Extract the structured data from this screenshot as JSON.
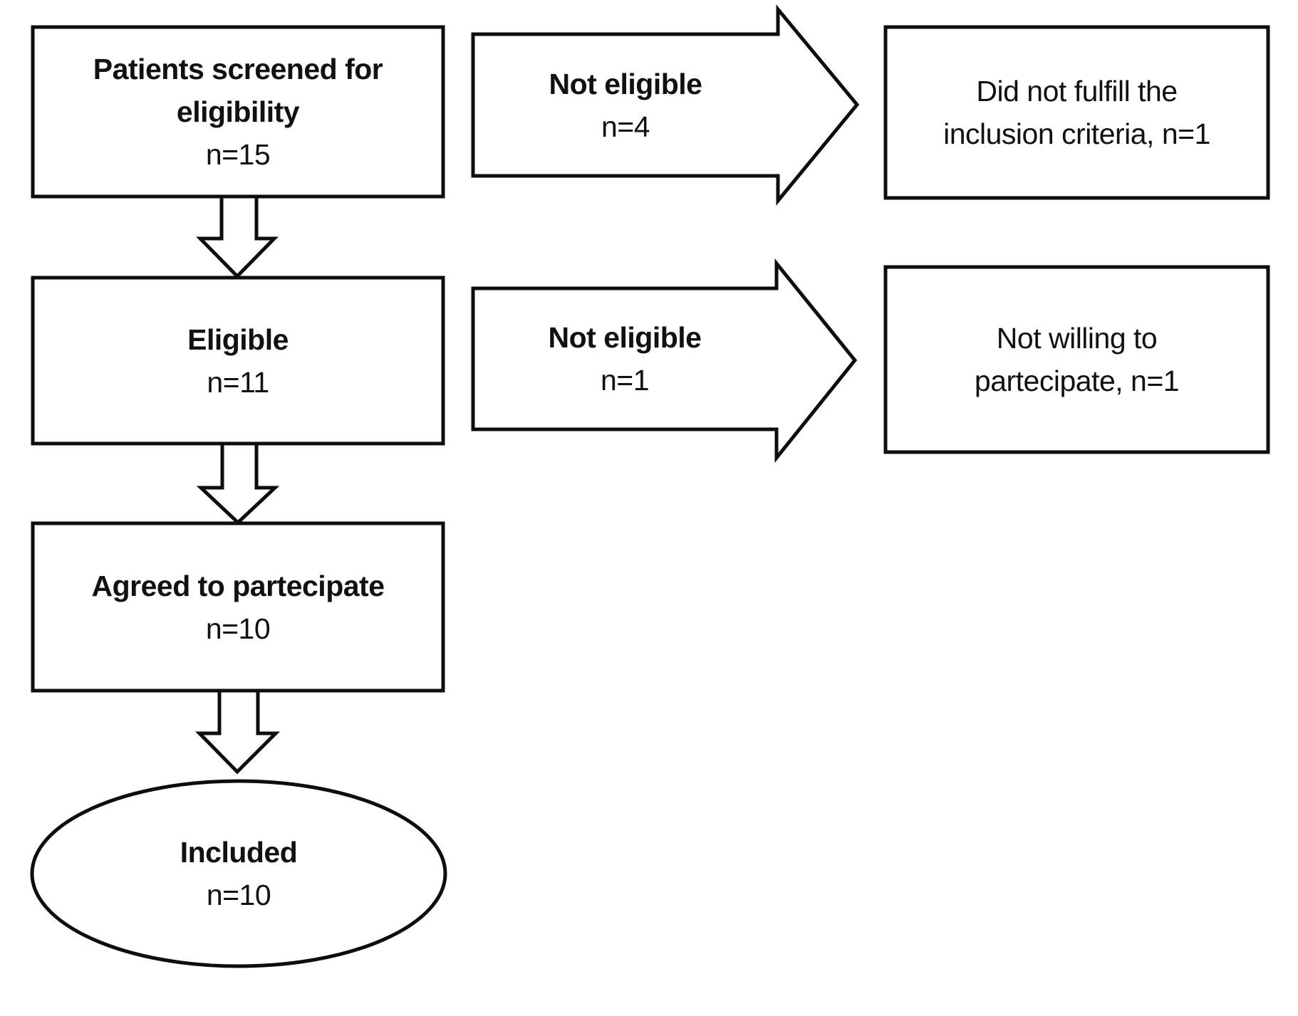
{
  "diagram": {
    "background_color": "#ffffff",
    "stroke_color": "#0d0d0d",
    "text_color": "#111111",
    "nodes": {
      "screened": {
        "shape": "rectangle",
        "title_lines": [
          "Patients screened for",
          "eligibility"
        ],
        "count": "n=15"
      },
      "not_eligible_1": {
        "shape": "block-arrow-right",
        "title_lines": [
          "Not eligible"
        ],
        "count": "n=4"
      },
      "did_not_fulfill": {
        "shape": "rectangle",
        "text_lines": [
          "Did not fulfill the",
          "inclusion criteria, n=1"
        ]
      },
      "eligible": {
        "shape": "rectangle",
        "title_lines": [
          "Eligible"
        ],
        "count": "n=11"
      },
      "not_eligible_2": {
        "shape": "block-arrow-right",
        "title_lines": [
          "Not eligible"
        ],
        "count": "n=1"
      },
      "not_willing": {
        "shape": "rectangle",
        "text_lines": [
          "Not willing to",
          "partecipate, n=1"
        ]
      },
      "agreed": {
        "shape": "rectangle",
        "title_lines": [
          "Agreed to partecipate"
        ],
        "count": "n=10"
      },
      "included": {
        "shape": "ellipse",
        "title_lines": [
          "Included"
        ],
        "count": "n=10"
      }
    }
  }
}
